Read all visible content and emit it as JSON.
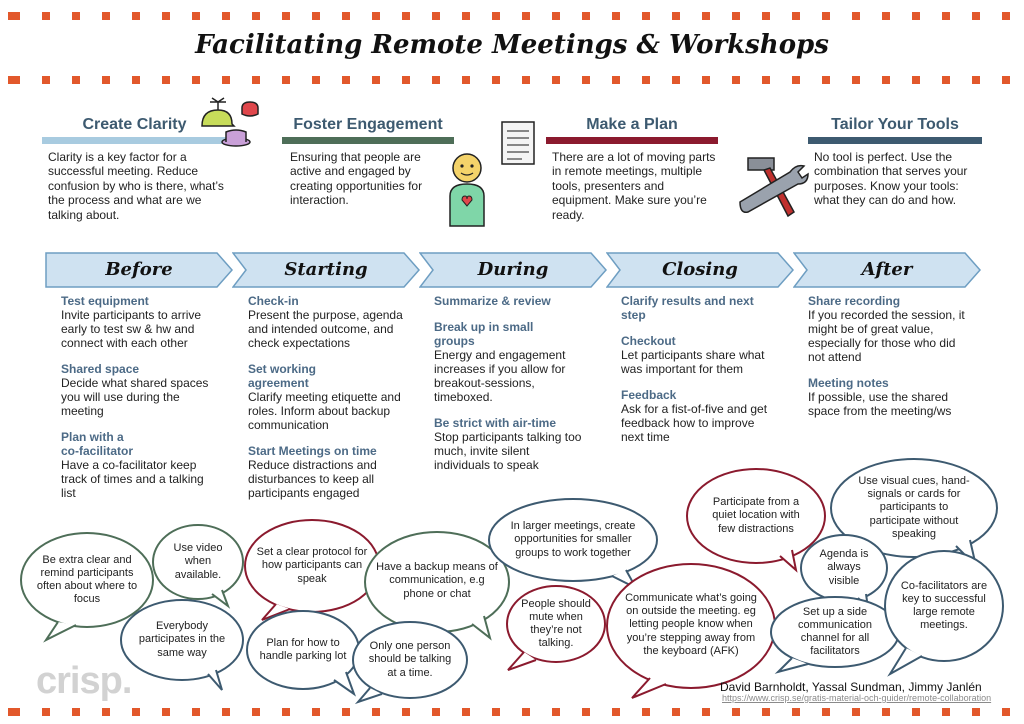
{
  "title": "Facilitating Remote Meetings & Workshops",
  "themes": [
    {
      "heading": "Create Clarity",
      "text": "Clarity is a key factor  for a successful meeting. Reduce confusion by who is there, what’s the process and what are we talking about.",
      "color": "#a8cbe0"
    },
    {
      "heading": "Foster Engagement",
      "text": "Ensuring that people are active and engaged by creating opportunities for interaction.",
      "color": "#4e6e58"
    },
    {
      "heading": "Make a Plan",
      "text": "There are a lot of moving parts in remote meetings, multiple tools, presenters and equipment. Make sure you’re ready.",
      "color": "#8b1a2e"
    },
    {
      "heading": "Tailor Your Tools",
      "text": "No tool is perfect. Use the combination that serves your purposes. Know your tools:  what they can do and how.",
      "color": "#3d5a70"
    }
  ],
  "phases": [
    {
      "label": "Before",
      "items": [
        {
          "heading": "Test equipment",
          "text": "Invite participants to arrive early to test sw & hw and connect with each other"
        },
        {
          "heading": "Shared space",
          "text": "Decide what shared spaces you will use during the meeting"
        },
        {
          "heading": "Plan with a co-facilitator",
          "text": "Have a co-facilitator keep track of times and a talking list"
        }
      ]
    },
    {
      "label": "Starting",
      "items": [
        {
          "heading": "Check-in",
          "text": "Present the purpose, agenda and intended outcome, and check expectations"
        },
        {
          "heading": "Set working agreement",
          "text": "Clarify meeting etiquette and roles. Inform about backup communication"
        },
        {
          "heading": "Start Meetings on time",
          "text": "Reduce distractions and disturbances to keep all participants engaged"
        }
      ]
    },
    {
      "label": "During",
      "items": [
        {
          "heading": "Summarize & review",
          "text": ""
        },
        {
          "heading": "Break up in small groups",
          "text": "Energy and engagement increases if you allow for breakout-sessions, timeboxed."
        },
        {
          "heading": "Be strict with air-time",
          "text": "Stop participants talking too much, invite silent individuals to speak"
        }
      ]
    },
    {
      "label": "Closing",
      "items": [
        {
          "heading": "Clarify results and next step",
          "text": ""
        },
        {
          "heading": "Checkout",
          "text": "Let participants share what was important for them"
        },
        {
          "heading": "Feedback",
          "text": "Ask for a fist-of-five and get feedback how to improve next time"
        }
      ]
    },
    {
      "label": "After",
      "items": [
        {
          "heading": "Share recording",
          "text": "If you recorded the session, it might be of great value, especially for those who did not attend"
        },
        {
          "heading": "Meeting notes",
          "text": "If possible, use the shared space from the meeting/ws"
        }
      ]
    }
  ],
  "tips": [
    "Be extra clear and remind participants often about where to focus",
    "Use video when available.",
    "Everybody participates in the same way",
    "Set a clear protocol for how participants can speak",
    "Plan for how to handle parking lot",
    "Have a backup means of communication, e.g phone or chat",
    "Only one person should be talking at a time.",
    "In larger meetings, create opportunities for smaller groups to work together",
    "People should mute when they’re not talking.",
    "Communicate what’s going on outside the meeting. eg letting people know when you’re stepping away from the keyboard (AFK)",
    "Participate  from a quiet location with few distractions",
    "Use visual cues, hand-signals or cards for participants to participate without speaking",
    "Agenda is always visible",
    "Set up a side communication channel for all facilitators",
    "Co-facilitators are key to successful large remote meetings."
  ],
  "colors": {
    "accent_dash": "#e2582b",
    "green": "#4e6e58",
    "red": "#8b1a2e",
    "slate": "#3d5a70",
    "arrow_fill": "#cfe2f1",
    "arrow_stroke": "#6e9ec2"
  },
  "credits": "David Barnholdt, Yassal Sundman, Jimmy Janlén",
  "url": "https://www.crisp.se/gratis-material-och-guider/remote-collaboration",
  "logo": "crisp."
}
